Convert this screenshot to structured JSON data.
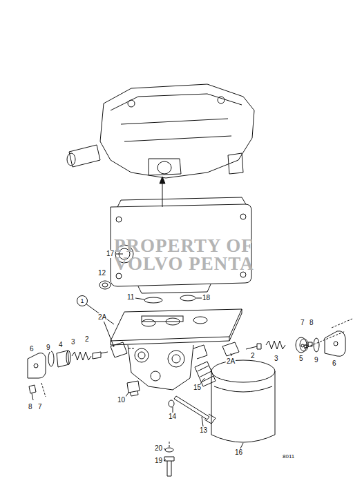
{
  "diagram": {
    "nodes": [
      {
        "text": [
          "1"
        ]
      }
    ],
    "labels": [
      "PROPERTY OF",
      "VOLVO PENTA",
      "17",
      "12",
      "11",
      "18",
      "7",
      "8",
      "2A",
      "2",
      "3",
      "5",
      "9",
      "6",
      "6",
      "9",
      "4",
      "3",
      "2",
      "2A",
      "8",
      "7",
      "10",
      "14",
      "15",
      "13",
      "16",
      "20",
      "19",
      "8011"
    ]
  }
}
